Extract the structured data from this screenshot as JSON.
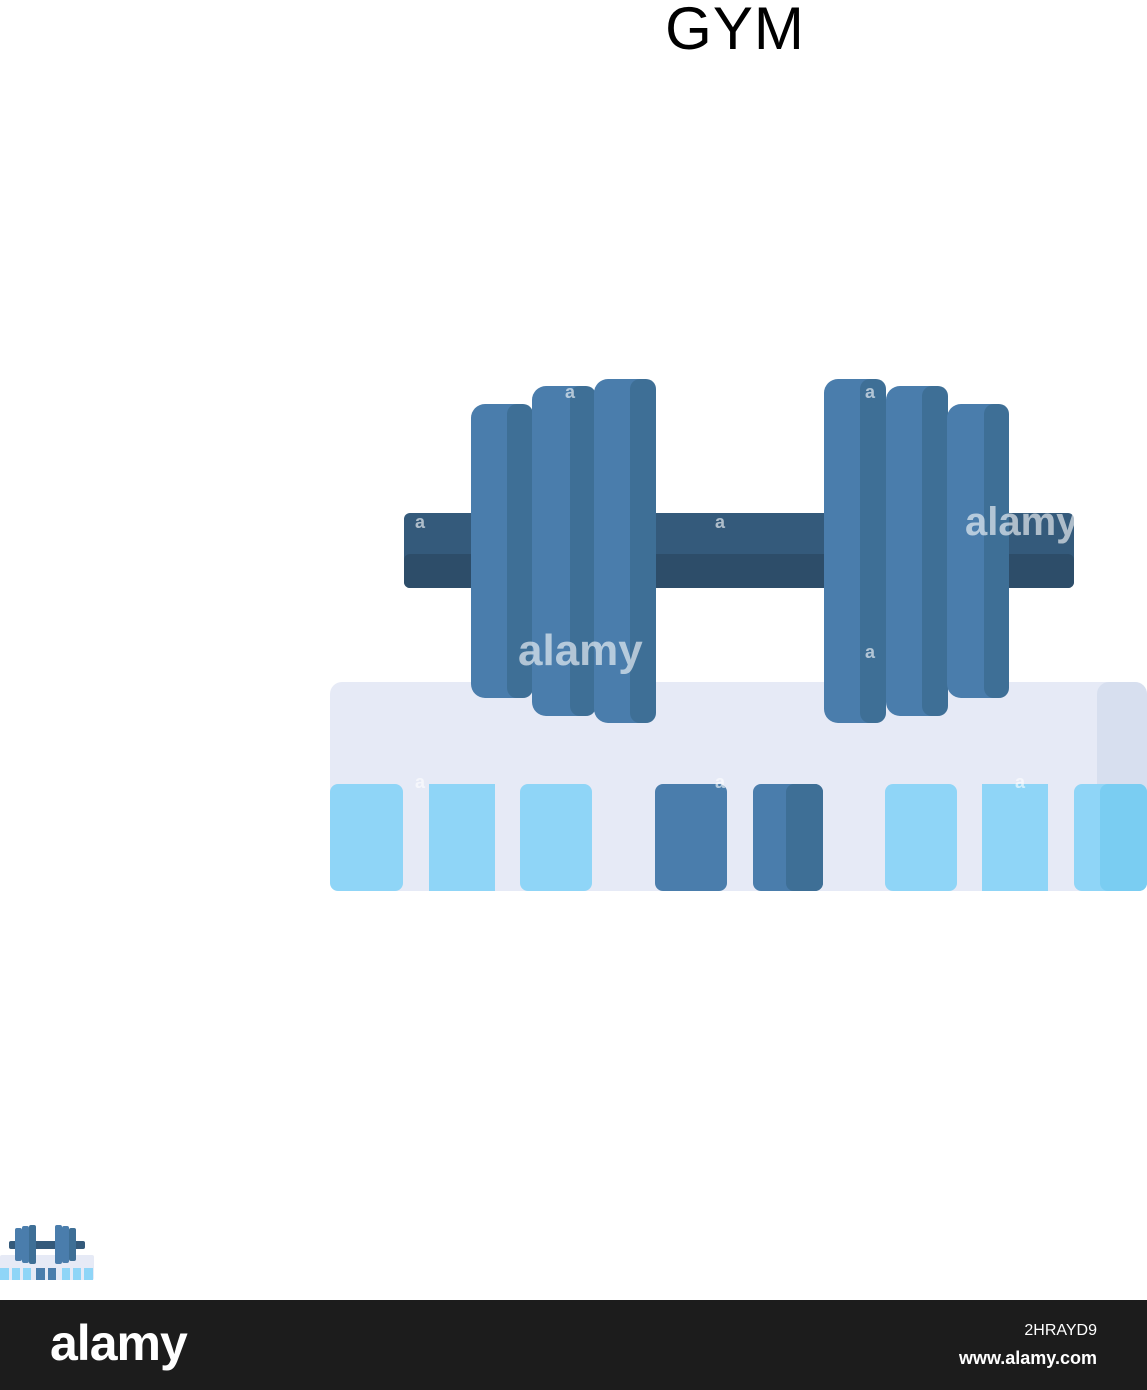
{
  "title": "GYM",
  "icon": {
    "name": "gym-dumbbell-on-bench",
    "colors": {
      "plate": "#4a7dac",
      "plate_shade": "#3e6f96",
      "bar": "#345a7b",
      "bar_shade": "#2d4d69",
      "bench": "#e6eaf6",
      "bench_shade": "#d7dfef",
      "window": "#8fd5f7",
      "window_shade": "#7acdf2",
      "door": "#4a7dac",
      "door_shade": "#3e6f96"
    }
  },
  "watermark": "alamy",
  "footer": {
    "brand": "alamy",
    "image_id": "2HRAYD9",
    "site": "www.alamy.com",
    "background": "#1c1c1c"
  }
}
